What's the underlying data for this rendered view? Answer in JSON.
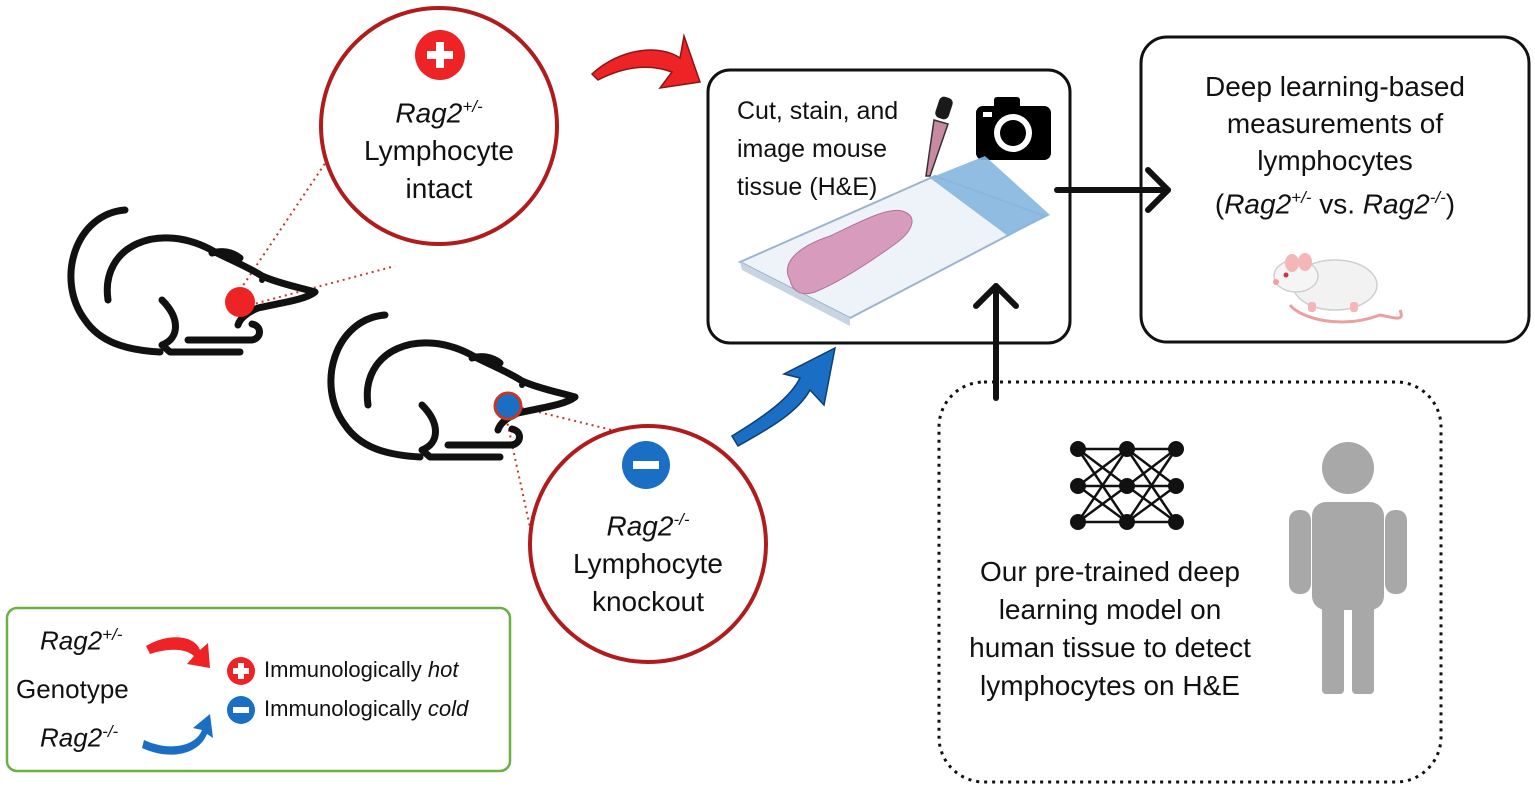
{
  "colors": {
    "hot": "#ee2326",
    "cold": "#1a6fc4",
    "circle_border": "#b01c1c",
    "legend_border": "#6ab045",
    "human": "#a8a8a8",
    "slide": "#86b6df"
  },
  "het_circle": {
    "gene": "Rag2",
    "sup": "+/-",
    "line1": "Lymphocyte",
    "line2": "intact"
  },
  "ko_circle": {
    "gene": "Rag2",
    "sup": "-/-",
    "line1": "Lymphocyte",
    "line2": "knockout"
  },
  "process_box": {
    "text": "Cut, stain, and image mouse tissue (H&E)"
  },
  "output_box": {
    "line1": "Deep learning-based",
    "line2": "measurements of",
    "line3": "lymphocytes",
    "open": "(",
    "gene_a": "Rag2",
    "sup_a": "+/-",
    "vs": " vs. ",
    "gene_b": "Rag2",
    "sup_b": "-/-",
    "close": ")"
  },
  "model_box": {
    "line1": "Our pre-trained deep",
    "line2": "learning model on",
    "line3": "human tissue to detect",
    "line4": "lymphocytes on H&E"
  },
  "legend": {
    "het_gene": "Rag2",
    "het_sup": "+/-",
    "ko_gene": "Rag2",
    "ko_sup": "-/-",
    "genotype": "Genotype",
    "hot_prefix": "Immunologically ",
    "hot_word": "hot",
    "cold_prefix": "Immunologically ",
    "cold_word": "cold"
  },
  "icons": {
    "mouse_het": "mouse-outline-icon",
    "mouse_ko": "mouse-outline-icon",
    "plus": "plus-icon",
    "minus": "minus-icon",
    "camera": "camera-icon",
    "dropper": "dropper-icon",
    "slide": "tissue-slide-icon",
    "neural_net": "neural-network-icon",
    "human": "human-silhouette-icon",
    "lab_mouse": "lab-mouse-icon"
  }
}
